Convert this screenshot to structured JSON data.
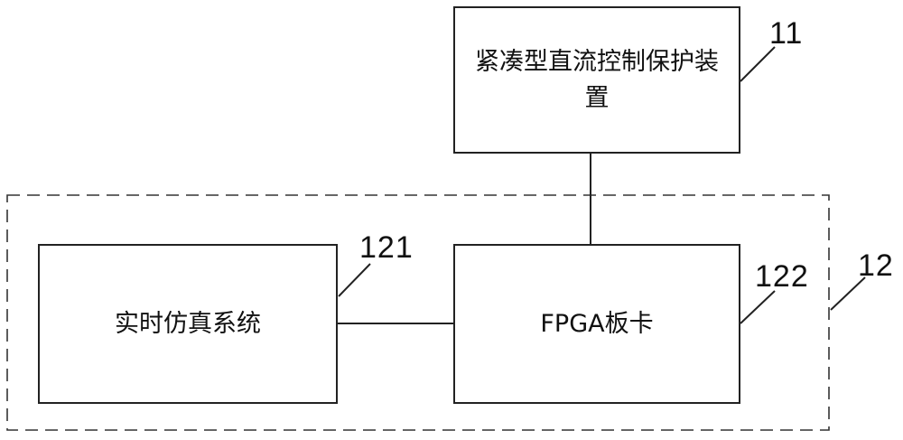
{
  "boxes": {
    "controller": {
      "text": "紧凑型直流控制保护装置"
    },
    "simulator": {
      "text": "实时仿真系统"
    },
    "fpga": {
      "text": "FPGA板卡"
    }
  },
  "refs": {
    "controller": "11",
    "group": "12",
    "simulator": "121",
    "fpga": "122"
  }
}
